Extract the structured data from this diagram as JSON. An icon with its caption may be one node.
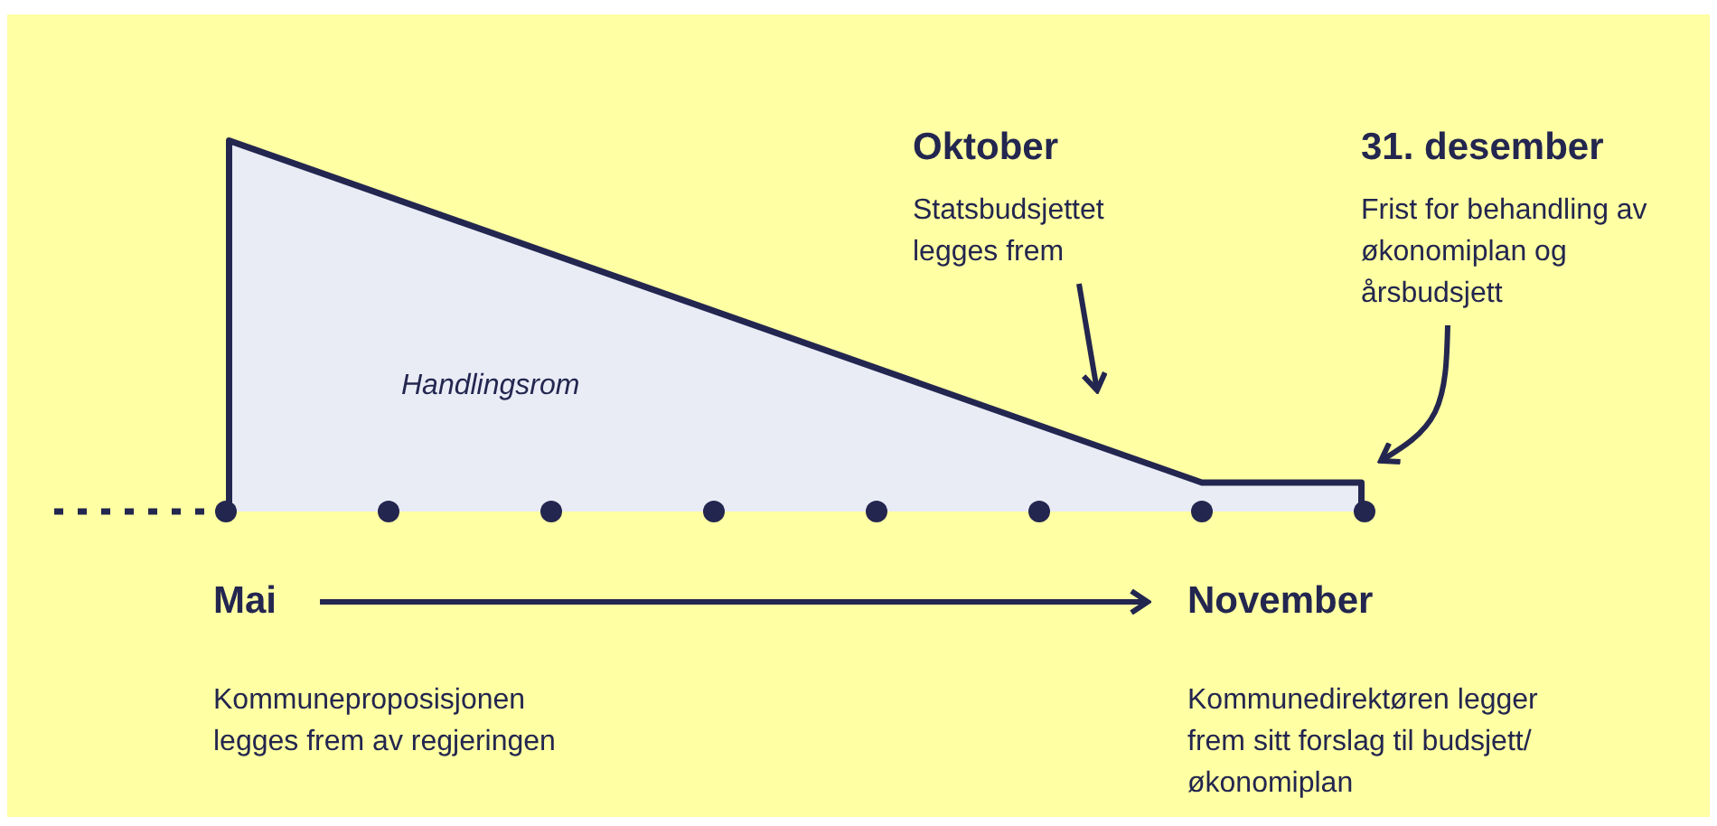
{
  "diagram": {
    "nodes": [
      {
        "text": [
          "Oktober",
          "Statsbudsjettet legges frem"
        ]
      },
      {
        "text": [
          "31. desember",
          "Frist for behandling av økonomiplan og årsbudsjett"
        ]
      },
      {
        "text": [
          "Handlingsrom"
        ]
      },
      {
        "text": [],
        "shape": "circle"
      },
      {
        "text": [],
        "shape": "circle"
      },
      {
        "text": [],
        "shape": "circle"
      },
      {
        "text": [],
        "shape": "circle"
      },
      {
        "text": [],
        "shape": "circle"
      },
      {
        "text": [],
        "shape": "circle"
      },
      {
        "text": [],
        "shape": "circle"
      },
      {
        "text": [],
        "shape": "circle"
      },
      {
        "text": [
          "Mai"
        ],
        "beside": [
          "Kommuneproposisjonen legges frem av regjeringen"
        ]
      },
      {
        "text": [
          "November"
        ],
        "beside": [
          "Kommunedirektøren legger frem sitt forslag til budsjett/økonomiplan"
        ]
      }
    ],
    "edges": [
      {
        "from": 0,
        "to": 2,
        "arrow": "to"
      },
      {
        "from": 1,
        "to": 10,
        "arrow": "to"
      },
      {
        "from": null,
        "to": 3,
        "arrow": "none",
        "style": "dashed"
      },
      {
        "from": 11,
        "to": 12,
        "arrow": "to"
      }
    ]
  }
}
